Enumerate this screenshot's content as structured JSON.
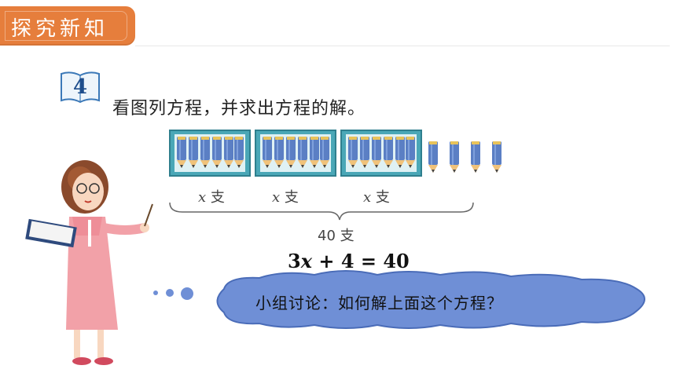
{
  "header": {
    "section_tag": "探究新知"
  },
  "exercise": {
    "number": "4",
    "instruction": "看图列方程，并求出方程的解。"
  },
  "figure": {
    "box_labels": [
      {
        "var": "x",
        "unit": "支"
      },
      {
        "var": "x",
        "unit": "支"
      },
      {
        "var": "x",
        "unit": "支"
      }
    ],
    "loose_pencils": 4,
    "total_label": "40 支"
  },
  "equation": {
    "left_coeff": "3",
    "var": "x",
    "rest": " + 4 = 40"
  },
  "discussion": {
    "text": "小组讨论：如何解上面这个方程？"
  },
  "colors": {
    "tag_bg": "#e67e3c",
    "box_teal": "#4aa7b7",
    "pencil_blue": "#5b7fc4",
    "cloud_blue": "#6f8fd6",
    "number_blue": "#1f4e8c"
  }
}
